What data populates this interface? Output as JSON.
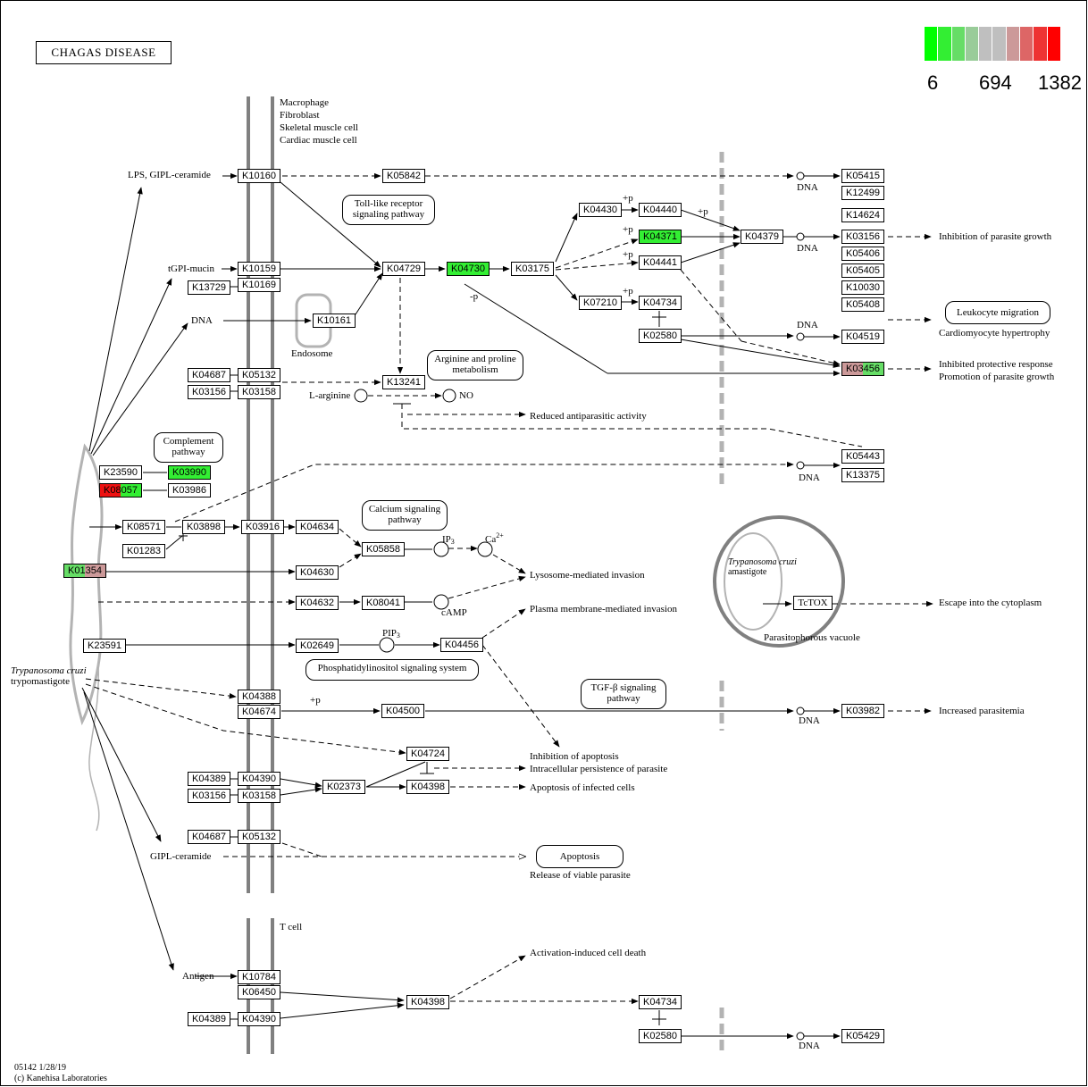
{
  "title": "CHAGAS DISEASE",
  "legend": {
    "min": "6",
    "mid": "694",
    "max": "1382",
    "colors": [
      "#00ff00",
      "#33ee33",
      "#66dd66",
      "#99cc99",
      "#bfbfbf",
      "#bfbfbf",
      "#cc9999",
      "#dd6666",
      "#ee3333",
      "#ff0000"
    ]
  },
  "cell_types_top": [
    "Macrophage",
    "Fibroblast",
    "Skeletal muscle cell",
    "Cardiac muscle cell"
  ],
  "cell_type_bottom": "T cell",
  "footer": {
    "id": "05142 1/28/19",
    "copyright": "(c) Kanehisa Laboratories"
  },
  "parasite": {
    "name": "Trypanosoma cruzi",
    "stage": "trypomastigote"
  },
  "amastigote": {
    "name": "Trypanosoma cruzi",
    "stage": "amastigote",
    "vacuole": "Parasitophorous vacuole"
  },
  "pathways": {
    "tlr": "Toll-like receptor signaling pathway",
    "arginine": "Arginine and proline metabolism",
    "complement": "Complement pathway",
    "calcium": "Calcium signaling pathway",
    "pi": "Phosphatidylinositol signaling system",
    "tgfb": "TGF-β signaling pathway",
    "leukocyte": "Leukocyte migration",
    "apoptosis": "Apoptosis"
  },
  "labels": {
    "lps": "LPS, GIPL-ceramide",
    "tgpi": "tGPI-mucin",
    "dna_left": "DNA",
    "endosome": "Endosome",
    "larginine": "L-arginine",
    "no": "NO",
    "reduced": "Reduced antiparasitic activity",
    "minus_p": "-p",
    "plus_p": "+p",
    "dna": "DNA",
    "ip3": "IP",
    "ip3_sub": "3",
    "ca": "Ca",
    "ca_sup": "2+",
    "camp": "cAMP",
    "pip3": "PIP",
    "pip3_sub": "3",
    "lysosome": "Lysosome-mediated invasion",
    "plasma": "Plasma membrane-mediated invasion",
    "inhib_growth": "Inhibition of parasite growth",
    "cardio": "Cardiomyocyte hypertrophy",
    "inhib_protect": "Inhibited protective response",
    "promo_growth": "Promotion of parasite growth",
    "escape": "Escape into the cytoplasm",
    "parasitemia": "Increased parasitemia",
    "inhib_apop": "Inhibition of apoptosis",
    "intracell": "Intracellular persistence of parasite",
    "apop_infected": "Apoptosis of infected cells",
    "gipl": "GIPL-ceramide",
    "release": "Release of viable parasite",
    "antigen": "Antigen",
    "aicd": "Activation-induced cell death",
    "tctox": "TcTOX"
  },
  "genes": [
    {
      "id": "K10160"
    },
    {
      "id": "K05842"
    },
    {
      "id": "K05415"
    },
    {
      "id": "K12499"
    },
    {
      "id": "K14624"
    },
    {
      "id": "K03156a",
      "label": "K03156"
    },
    {
      "id": "K05406"
    },
    {
      "id": "K05405"
    },
    {
      "id": "K10030"
    },
    {
      "id": "K05408"
    },
    {
      "id": "K04430"
    },
    {
      "id": "K04440"
    },
    {
      "id": "K04371",
      "color": "#33ee33"
    },
    {
      "id": "K04379"
    },
    {
      "id": "K04441"
    },
    {
      "id": "K07210"
    },
    {
      "id": "K04734a",
      "label": "K04734"
    },
    {
      "id": "K02580a",
      "label": "K02580"
    },
    {
      "id": "K04519"
    },
    {
      "id": "K03456",
      "split": [
        "#cc9999",
        "#66dd66"
      ]
    },
    {
      "id": "K10159"
    },
    {
      "id": "K13729"
    },
    {
      "id": "K10169"
    },
    {
      "id": "K04729"
    },
    {
      "id": "K04730",
      "color": "#33ee33"
    },
    {
      "id": "K03175"
    },
    {
      "id": "K10161"
    },
    {
      "id": "K04687a",
      "label": "K04687"
    },
    {
      "id": "K05132a",
      "label": "K05132"
    },
    {
      "id": "K03156b",
      "label": "K03156"
    },
    {
      "id": "K03158a",
      "label": "K03158"
    },
    {
      "id": "K13241"
    },
    {
      "id": "K05443"
    },
    {
      "id": "K13375"
    },
    {
      "id": "K23590"
    },
    {
      "id": "K03990",
      "color": "#33ee33"
    },
    {
      "id": "K08057",
      "split": [
        "#ee1111",
        "#33ee33"
      ]
    },
    {
      "id": "K03986"
    },
    {
      "id": "K08571"
    },
    {
      "id": "K03898"
    },
    {
      "id": "K03916"
    },
    {
      "id": "K04634"
    },
    {
      "id": "K01283"
    },
    {
      "id": "K05858"
    },
    {
      "id": "K01354",
      "split": [
        "#66dd66",
        "#cc9999"
      ]
    },
    {
      "id": "K04630"
    },
    {
      "id": "K04632"
    },
    {
      "id": "K08041"
    },
    {
      "id": "K23591"
    },
    {
      "id": "K02649"
    },
    {
      "id": "K04456"
    },
    {
      "id": "K04388"
    },
    {
      "id": "K04674"
    },
    {
      "id": "K04500"
    },
    {
      "id": "K03982"
    },
    {
      "id": "K04724"
    },
    {
      "id": "K04389a",
      "label": "K04389"
    },
    {
      "id": "K04390a",
      "label": "K04390"
    },
    {
      "id": "K03156c",
      "label": "K03156"
    },
    {
      "id": "K03158b",
      "label": "K03158"
    },
    {
      "id": "K02373"
    },
    {
      "id": "K04398a",
      "label": "K04398"
    },
    {
      "id": "K04687b",
      "label": "K04687"
    },
    {
      "id": "K05132b",
      "label": "K05132"
    },
    {
      "id": "K10784"
    },
    {
      "id": "K06450"
    },
    {
      "id": "K04389b",
      "label": "K04389"
    },
    {
      "id": "K04390b",
      "label": "K04390"
    },
    {
      "id": "K04398b",
      "label": "K04398"
    },
    {
      "id": "K04734b",
      "label": "K04734"
    },
    {
      "id": "K02580b",
      "label": "K02580"
    },
    {
      "id": "K05429"
    }
  ]
}
